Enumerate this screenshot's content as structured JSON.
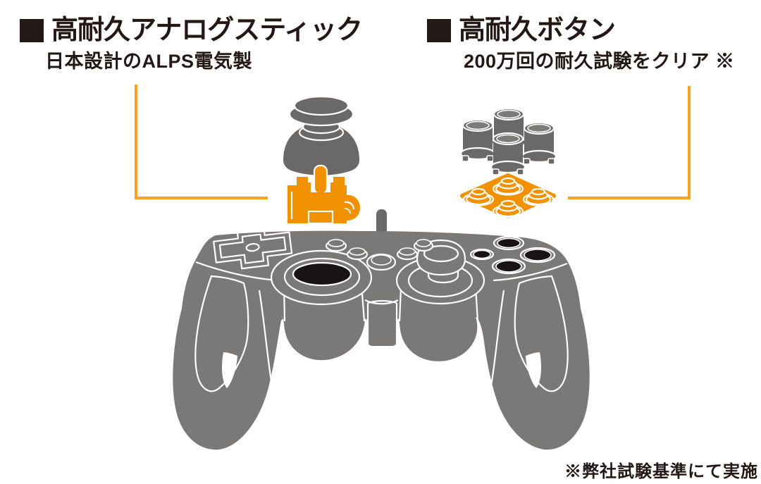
{
  "labels": {
    "analog_stick": {
      "title": "高耐久アナログスティック",
      "subtitle": "日本設計のALPS電気製"
    },
    "buttons": {
      "title": "高耐久ボタン",
      "subtitle": "200万回の耐久試験をクリア ※"
    },
    "footnote": "※弊社試験基準にて実施"
  },
  "icons": {
    "bullet_square": "■",
    "gamepad_illustration": "gray wired gamepad with exploded analog-stick and button parts",
    "analog_stick_cap": "gray thumbstick cap",
    "analog_stick_unit": "orange ALPS analog stick module",
    "button_caps": "four gray button cylinders",
    "button_membrane": "orange rubber contact membrane"
  },
  "colors": {
    "heading_text": "#231815",
    "body_gray": "#7b7878",
    "part_gray": "#6b6868",
    "hole_black": "#1a1313",
    "accent_orange": "#f29100",
    "line_orange": "#f8a21f",
    "background": "#ffffff"
  }
}
